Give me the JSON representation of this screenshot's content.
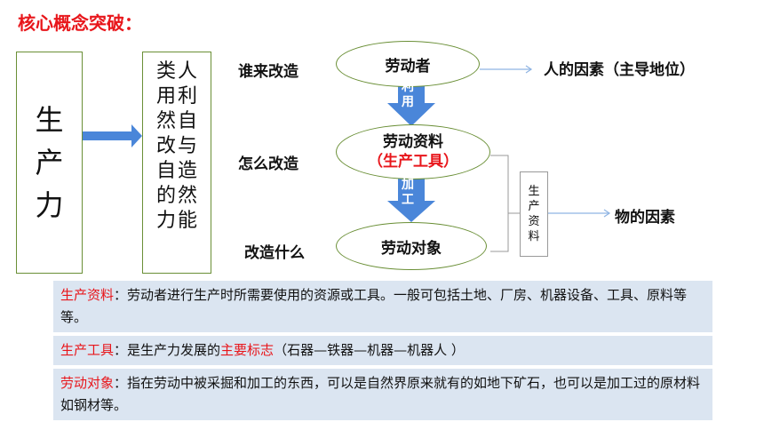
{
  "title": "核心概念突破：",
  "productivity": [
    "生",
    "产",
    "力"
  ],
  "ability_cols": [
    [
      "人",
      "利",
      "自",
      "与",
      "造",
      "然",
      "能"
    ],
    [
      "类",
      "用",
      "然",
      "改",
      "自",
      "的",
      "力"
    ]
  ],
  "questions": {
    "who": "谁来改造",
    "how": "怎么改造",
    "what": "改造什么"
  },
  "nodes": {
    "laborer": "劳动者",
    "material": "劳动资料",
    "tool": "（生产工具）",
    "object": "劳动对象"
  },
  "arrows": {
    "use": [
      "利",
      "用"
    ],
    "process": [
      "加",
      "工"
    ]
  },
  "factors": {
    "human": "人的因素（主导地位）",
    "material": "物的因素"
  },
  "means": [
    "生",
    "产",
    "资",
    "料"
  ],
  "definitions": [
    {
      "term": "生产资料",
      "sep": "：",
      "text": "劳动者进行生产时所需要使用的资源或工具。一般可包括土地、厂房、机器设备、工具、原料等等。"
    },
    {
      "term": "生产工具",
      "sep": "：",
      "pre": "是生产力发展的",
      "highlight": "主要标志",
      "post": "（石器—铁器—机器—机器人 ）"
    },
    {
      "term": "劳动对象",
      "sep": "：",
      "text": "指在劳动中被采掘和加工的东西，可以是自然界原来就有的如地下矿石，也可以是加工过的原材料如钢材等。"
    }
  ],
  "colors": {
    "title": "#e8161b",
    "arrow_blue": "#4a86d9",
    "box_border": "#6a8f36",
    "definition_bg": "#dbe5f1"
  }
}
